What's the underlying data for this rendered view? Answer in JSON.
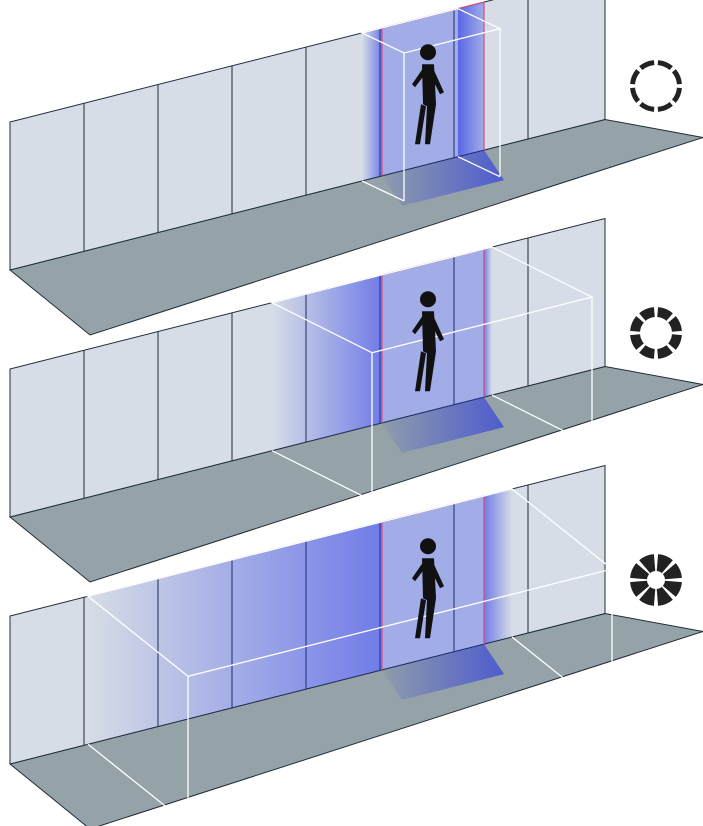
{
  "colors": {
    "wall_fill": "#d6dde6",
    "wall_stroke": "#1f2d38",
    "floor_fill": "#95a2a8",
    "volume_edge": "#ffffff",
    "zone_edge": "#d64a7a",
    "glow": "#1e2de8",
    "figure": "#111111",
    "ring_icon": "#222222"
  },
  "panels": [
    {
      "name": "panel-narrow",
      "icon_name": "ring-thin-icon",
      "ring_thickness": "thin",
      "volume_width": "narrow"
    },
    {
      "name": "panel-medium",
      "icon_name": "ring-medium-icon",
      "ring_thickness": "medium",
      "volume_width": "medium"
    },
    {
      "name": "panel-wide",
      "icon_name": "ring-thick-icon",
      "ring_thickness": "thick",
      "volume_width": "wide"
    }
  ]
}
